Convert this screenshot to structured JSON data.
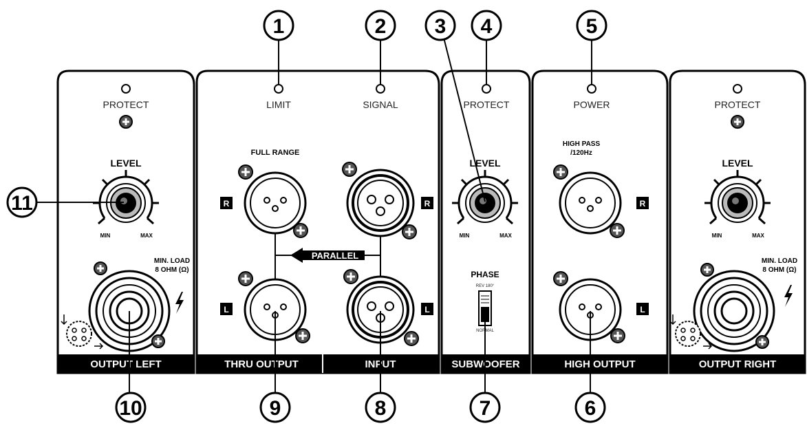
{
  "callouts": {
    "n1": "1",
    "n2": "2",
    "n3": "3",
    "n4": "4",
    "n5": "5",
    "n6": "6",
    "n7": "7",
    "n8": "8",
    "n9": "9",
    "n10": "10",
    "n11": "11"
  },
  "panel_left": {
    "protect": "PROTECT",
    "level": "LEVEL",
    "min": "MIN",
    "max": "MAX",
    "min_load_1": "MIN. LOAD",
    "min_load_2": "8 OHM (Ω)",
    "bar": "OUTPUT LEFT"
  },
  "panel_thru_input": {
    "limit": "LIMIT",
    "signal": "SIGNAL",
    "full_range": "FULL RANGE",
    "parallel": "PARALLEL",
    "r": "R",
    "l": "L",
    "bar_thru": "THRU OUTPUT",
    "bar_input": "INPUT"
  },
  "panel_sub": {
    "protect": "PROTECT",
    "level": "LEVEL",
    "min": "MIN",
    "max": "MAX",
    "phase": "PHASE",
    "rev": "REV 180°",
    "normal": "NORMAL",
    "bar": "SUBWOOFER"
  },
  "panel_high": {
    "power": "POWER",
    "high_pass_1": "HIGH PASS",
    "high_pass_2": "/120Hz",
    "r": "R",
    "l": "L",
    "bar": "HIGH OUTPUT"
  },
  "panel_right": {
    "protect": "PROTECT",
    "level": "LEVEL",
    "min": "MIN",
    "max": "MAX",
    "min_load_1": "MIN. LOAD",
    "min_load_2": "8 OHM (Ω)",
    "bar": "OUTPUT RIGHT"
  },
  "colors": {
    "ink": "#000000",
    "paper": "#ffffff"
  }
}
